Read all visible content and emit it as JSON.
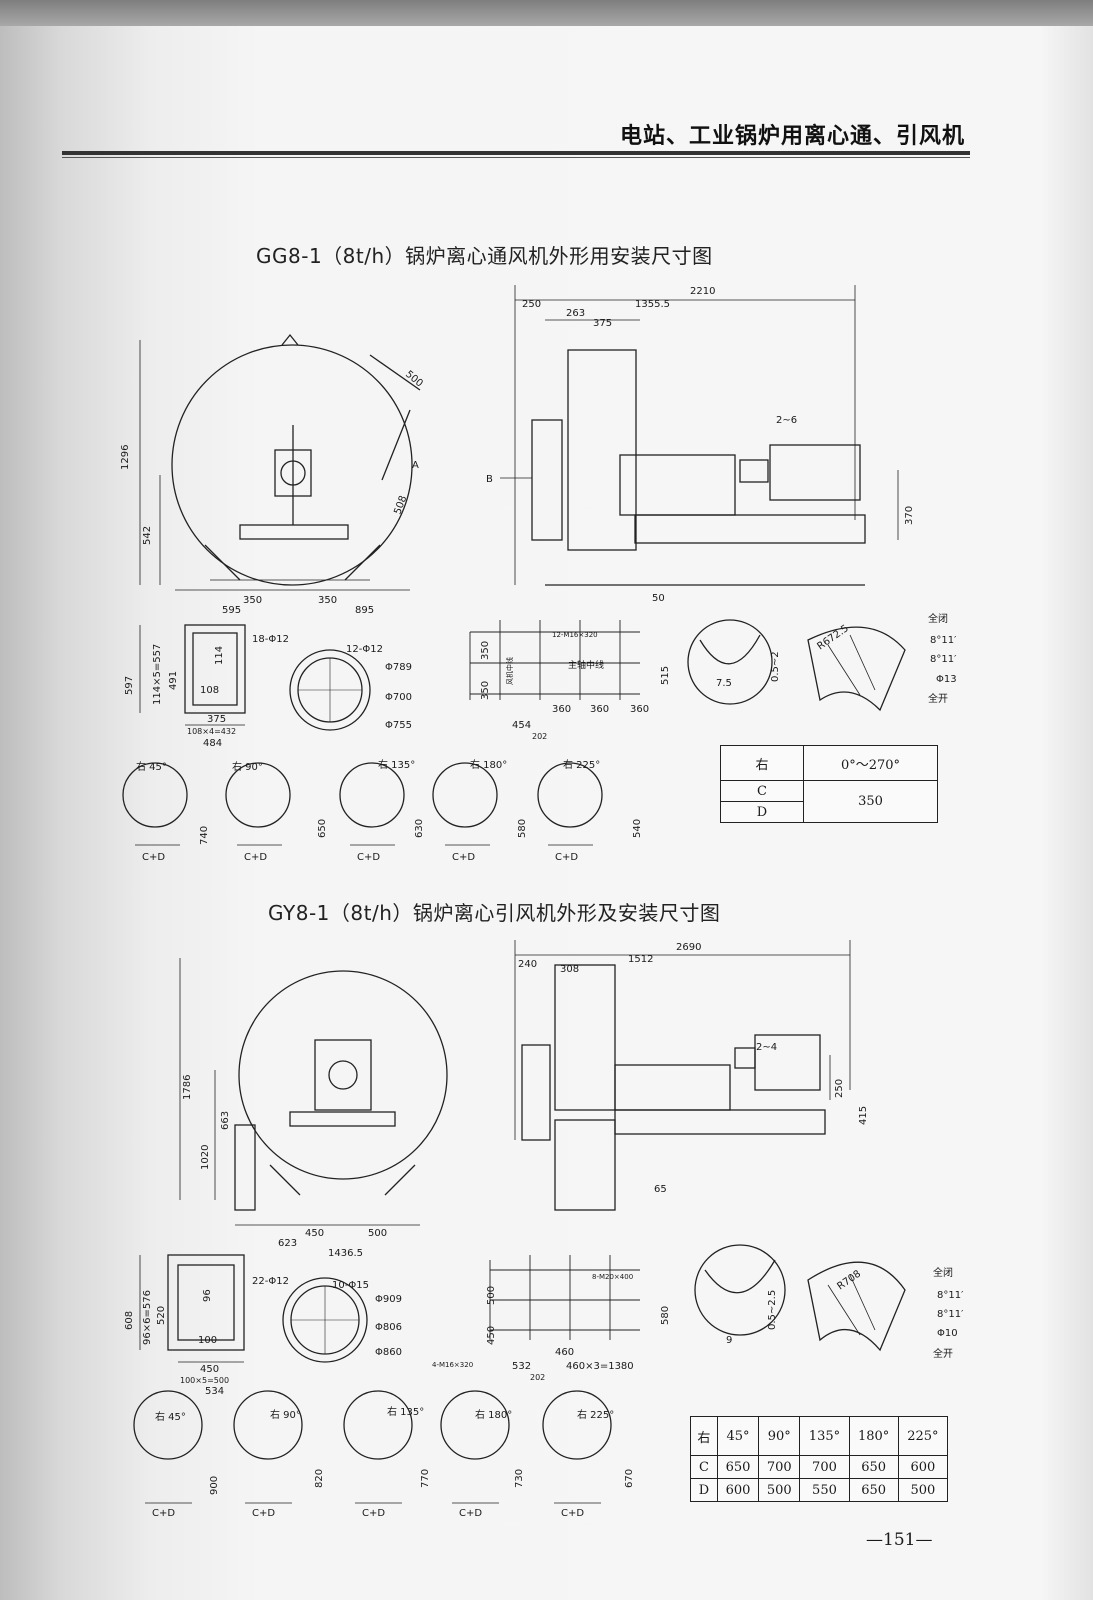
{
  "header": {
    "title": "电站、工业锅炉用离心通、引风机"
  },
  "section1": {
    "title": "GG8-1（8t/h）锅炉离心通风机外形用安装尺寸图",
    "front_dims": {
      "d1296": "1296",
      "d542": "542",
      "d500": "500",
      "d508": "508",
      "A": "A",
      "d350a": "350",
      "d350b": "350",
      "d595": "595",
      "d895": "895"
    },
    "side_dims": {
      "d250": "250",
      "d1355": "1355.5",
      "d2210": "2210",
      "d263": "263",
      "d375": "375",
      "d2_6": "2~6",
      "B": "B",
      "d370": "370",
      "d50": "50"
    },
    "flange_rect": {
      "holes": "18-Φ12",
      "d597": "597",
      "d557": "114×5=557",
      "d491": "491",
      "d114": "114",
      "d108": "108",
      "d375": "375",
      "d432": "108×4=432",
      "d484": "484"
    },
    "flange_round": {
      "holes": "12-Φ12",
      "d789": "Φ789",
      "d700": "Φ700",
      "d755": "Φ755"
    },
    "bolt_plan": {
      "bolts": "12-M16×320",
      "mainaxis": "主轴中线",
      "fanaxis": "风机中线",
      "d350": "350",
      "d350b": "350",
      "d515": "515",
      "d360a": "360",
      "d360b": "360",
      "d360c": "360",
      "d454": "454",
      "d202": "202"
    },
    "clearance": {
      "d75": "7.5",
      "d05": "0.5~2"
    },
    "damper": {
      "radius": "R672.5",
      "closed": "全闭",
      "a1": "8°11′",
      "a2": "8°11′",
      "hole": "Φ13",
      "open": "全开"
    },
    "orient": [
      {
        "label": "右 45°",
        "dim": "740"
      },
      {
        "label": "右 90°",
        "dim": "650"
      },
      {
        "label": "右 135°",
        "dim": "630"
      },
      {
        "label": "右 180°",
        "dim": "580"
      },
      {
        "label": "右 225°",
        "dim": "540"
      }
    ],
    "cd": "C+D",
    "table": {
      "h1": "右",
      "h2": "0°～270°",
      "c": "C",
      "d": "D",
      "val": "350"
    }
  },
  "section2": {
    "title": "GY8-1（8t/h）锅炉离心引风机外形及安装尺寸图",
    "front_dims": {
      "d1786": "1786",
      "d663": "663",
      "d1020": "1020",
      "d450": "450",
      "d500": "500",
      "d623": "623",
      "d1436": "1436.5"
    },
    "side_dims": {
      "d240": "240",
      "d308": "308",
      "d1512": "1512",
      "d2690": "2690",
      "d2_4": "2~4",
      "d250": "250",
      "d415": "415",
      "d65": "65"
    },
    "flange_rect": {
      "holes": "22-Φ12",
      "d608": "608",
      "d576": "96×6=576",
      "d520": "520",
      "d96": "96",
      "d100": "100",
      "d450": "450",
      "d500": "100×5=500",
      "d534": "534"
    },
    "flange_round": {
      "holes": "10-Φ15",
      "d909": "Φ909",
      "d806": "Φ806",
      "d860": "Φ860"
    },
    "bolt_plan": {
      "bolts1": "8-M20×400",
      "bolts2": "4-M16×320",
      "d500": "500",
      "d450": "450",
      "d580": "580",
      "d460": "460",
      "d1380": "460×3=1380",
      "d532": "532",
      "d202": "202"
    },
    "clearance": {
      "d9": "9",
      "d05": "0.5~2.5"
    },
    "damper": {
      "radius": "R708",
      "closed": "全闭",
      "a1": "8°11′",
      "a2": "8°11′",
      "hole": "Φ10",
      "open": "全开"
    },
    "orient": [
      {
        "label": "右 45°",
        "dim": "900"
      },
      {
        "label": "右 90°",
        "dim": "820"
      },
      {
        "label": "右 135°",
        "dim": "770"
      },
      {
        "label": "右 180°",
        "dim": "730"
      },
      {
        "label": "右 225°",
        "dim": "670"
      }
    ],
    "cd": "C+D",
    "table": {
      "headers": [
        "右",
        "45°",
        "90°",
        "135°",
        "180°",
        "225°"
      ],
      "row_c": [
        "C",
        "650",
        "700",
        "700",
        "650",
        "600"
      ],
      "row_d": [
        "D",
        "600",
        "500",
        "550",
        "650",
        "500"
      ]
    }
  },
  "footer": {
    "page": "—151—"
  }
}
